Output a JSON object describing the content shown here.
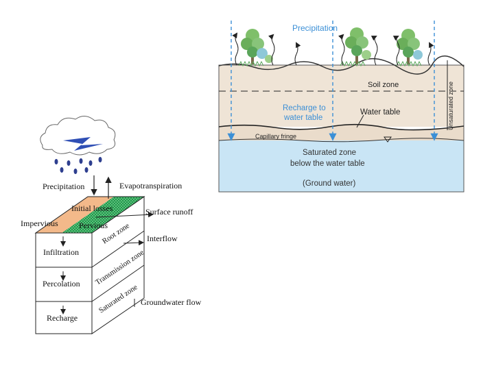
{
  "right_diagram": {
    "precipitation": "Precipitation",
    "soil_zone": "Soil zone",
    "unsaturated_zone": "Unsaturated zone",
    "recharge_line1": "Recharge to",
    "recharge_line2": "water table",
    "water_table": "Water table",
    "capillary_fringe": "Capillary fringe",
    "saturated_line1": "Saturated zone",
    "saturated_line2": "below the water table",
    "ground_water": "(Ground water)"
  },
  "left_diagram": {
    "precipitation": "Precipitation",
    "evapotranspiration": "Evapotranspiration",
    "initial_losses": "Initial losses",
    "surface_runoff": "Surface runoff",
    "impervious": "Impervious",
    "pervious": "Pervious",
    "root_zone": "Root zone",
    "interflow": "Interflow",
    "infiltration": "Infiltration",
    "transmission_zone": "Transmission zone",
    "percolation": "Percolation",
    "saturated_zone": "Saturated zone",
    "groundwater_flow": "Groundwater flow",
    "recharge": "Recharge"
  },
  "colors": {
    "soil": "#efe4d6",
    "saturated": "#c9e5f5",
    "arrow_blue": "#3b8fd6",
    "pervious_green": "#1f9a4a",
    "impervious_orange": "#f3b98a"
  }
}
